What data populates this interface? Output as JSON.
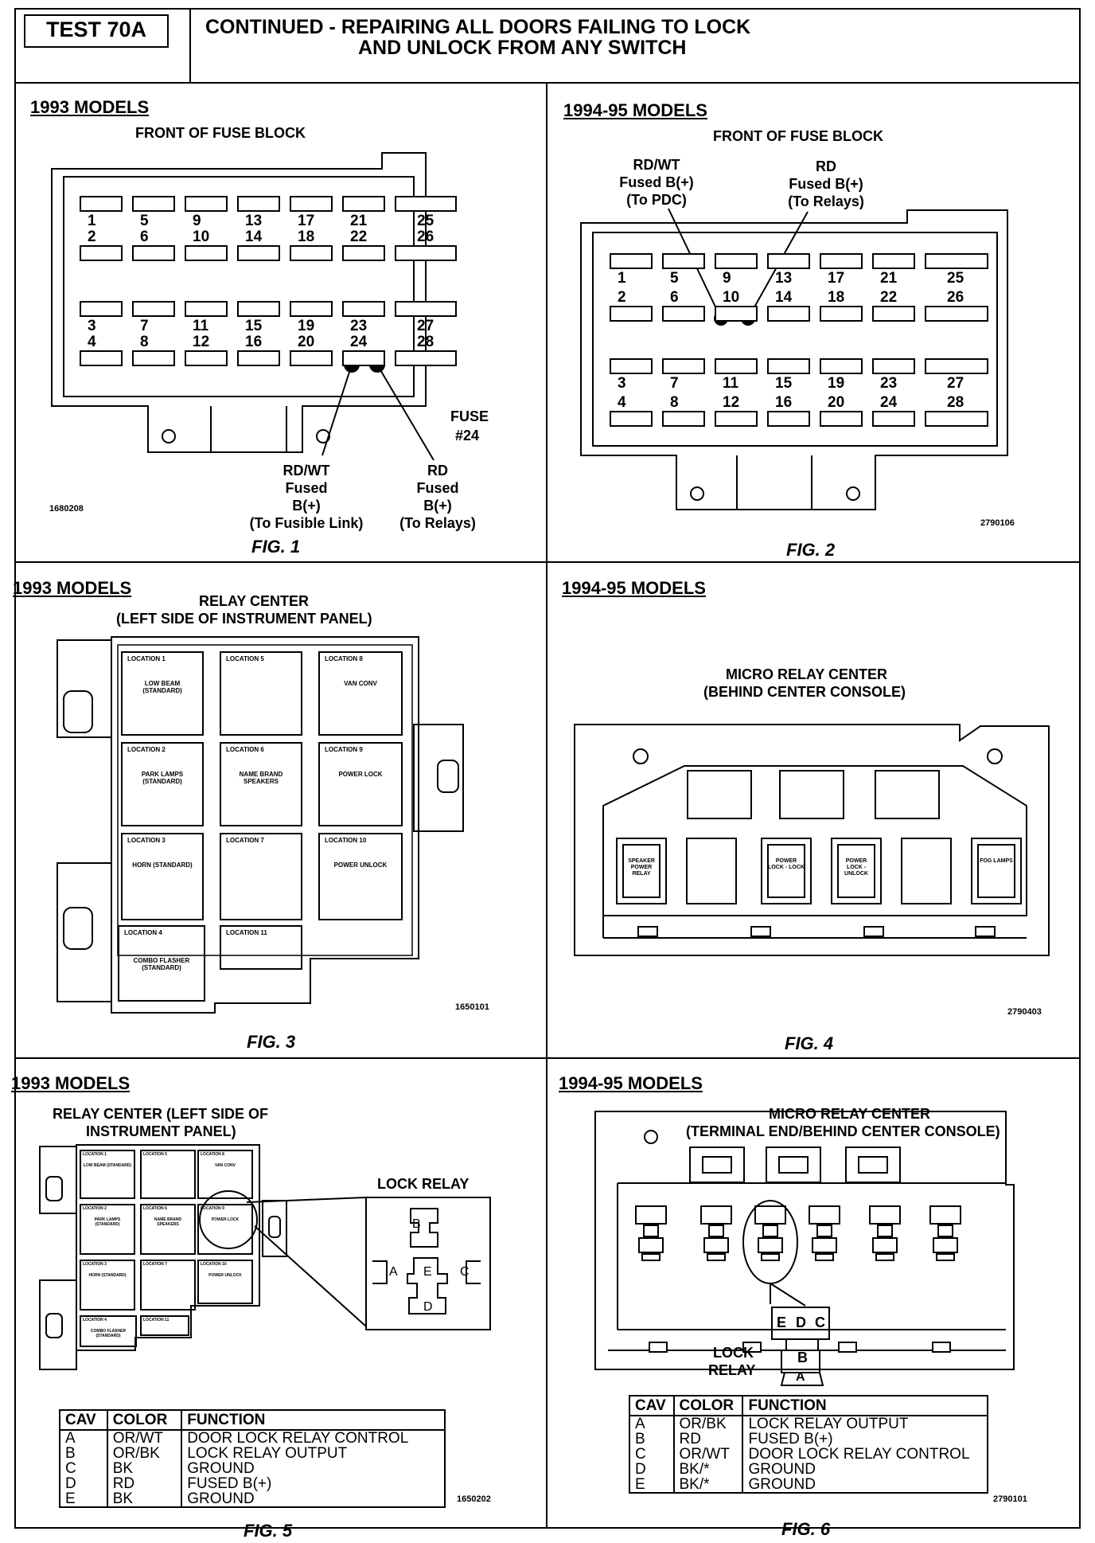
{
  "header": {
    "test_label": "TEST 70A",
    "title_line1": "CONTINUED -  REPAIRING ALL DOORS FAILING TO LOCK",
    "title_line2": "AND  UNLOCK FROM ANY SWITCH"
  },
  "fig1": {
    "model": "1993 MODELS",
    "subtitle": "FRONT OF FUSE BLOCK",
    "fuse_rows": [
      [
        "1",
        "5",
        "9",
        "13",
        "17",
        "21",
        "25"
      ],
      [
        "2",
        "6",
        "10",
        "14",
        "18",
        "22",
        "26"
      ],
      [
        "3",
        "7",
        "11",
        "15",
        "19",
        "23",
        "27"
      ],
      [
        "4",
        "8",
        "12",
        "16",
        "20",
        "24",
        "28"
      ]
    ],
    "fuse_callout_1": "FUSE",
    "fuse_callout_2": "#24",
    "left_wire": [
      "RD/WT",
      "Fused",
      "B(+)",
      "(To Fusible Link)"
    ],
    "right_wire": [
      "RD",
      "Fused",
      "B(+)",
      "(To Relays)"
    ],
    "part_number": "1680208",
    "caption": "FIG. 1"
  },
  "fig2": {
    "model": "1994-95 MODELS",
    "subtitle": "FRONT OF FUSE BLOCK",
    "left_wire": [
      "RD/WT",
      "Fused B(+)",
      "(To PDC)"
    ],
    "right_wire": [
      "RD",
      "Fused B(+)",
      "(To Relays)"
    ],
    "part_number": "2790106",
    "caption": "FIG. 2"
  },
  "fig3": {
    "model": "1993 MODELS",
    "subtitle_1": "RELAY CENTER",
    "subtitle_2": "(LEFT SIDE OF INSTRUMENT PANEL)",
    "cells": [
      {
        "loc": "LOCATION  1",
        "label": "LOW BEAM (STANDARD)"
      },
      {
        "loc": "LOCATION  5",
        "label": ""
      },
      {
        "loc": "LOCATION  8",
        "label": "VAN CONV"
      },
      {
        "loc": "LOCATION  2",
        "label": "PARK LAMPS (STANDARD)"
      },
      {
        "loc": "LOCATION  6",
        "label": "NAME BRAND SPEAKERS"
      },
      {
        "loc": "LOCATION  9",
        "label": "POWER LOCK"
      },
      {
        "loc": "LOCATION  3",
        "label": "HORN (STANDARD)"
      },
      {
        "loc": "LOCATION  7",
        "label": ""
      },
      {
        "loc": "LOCATION  10",
        "label": "POWER UNLOCK"
      },
      {
        "loc": "LOCATION  4",
        "label": "COMBO FLASHER (STANDARD)"
      },
      {
        "loc": "LOCATION  11",
        "label": ""
      }
    ],
    "part_number": "1650101",
    "caption": "FIG. 3"
  },
  "fig4": {
    "model": "1994-95 MODELS",
    "subtitle_1": "MICRO RELAY CENTER",
    "subtitle_2": "(BEHIND CENTER CONSOLE)",
    "relays": [
      "SPEAKER POWER RELAY",
      "",
      "POWER LOCK - LOCK",
      "POWER LOCK - UNLOCK",
      "",
      "FOG LAMPS"
    ],
    "part_number": "2790403",
    "caption": "FIG. 4"
  },
  "fig5": {
    "model": "1993 MODELS",
    "subtitle_1": "RELAY CENTER (LEFT SIDE OF",
    "subtitle_2": "INSTRUMENT PANEL)",
    "lock_relay_title": "LOCK RELAY",
    "pins": [
      "A",
      "B",
      "C",
      "D",
      "E"
    ],
    "table_headers": [
      "CAV",
      "COLOR",
      "FUNCTION"
    ],
    "table_rows": [
      [
        "A",
        "OR/WT",
        "DOOR LOCK RELAY CONTROL"
      ],
      [
        "B",
        "OR/BK",
        "LOCK RELAY OUTPUT"
      ],
      [
        "C",
        "BK",
        "GROUND"
      ],
      [
        "D",
        "RD",
        "FUSED B(+)"
      ],
      [
        "E",
        "BK",
        "GROUND"
      ]
    ],
    "part_number": "1650202",
    "caption": "FIG. 5"
  },
  "fig6": {
    "model": "1994-95 MODELS",
    "subtitle_1": "MICRO RELAY CENTER",
    "subtitle_2": "(TERMINAL END/BEHIND CENTER CONSOLE)",
    "lock_relay_1": "LOCK",
    "lock_relay_2": "RELAY",
    "pins_top": [
      "E",
      "D",
      "C"
    ],
    "pin_b": "B",
    "pin_a": "A",
    "table_headers": [
      "CAV",
      "COLOR",
      "FUNCTION"
    ],
    "table_rows": [
      [
        "A",
        "OR/BK",
        "LOCK RELAY OUTPUT"
      ],
      [
        "B",
        "RD",
        "FUSED B(+)"
      ],
      [
        "C",
        "OR/WT",
        "DOOR LOCK RELAY CONTROL"
      ],
      [
        "D",
        "BK/*",
        "GROUND"
      ],
      [
        "E",
        "BK/*",
        "GROUND"
      ]
    ],
    "part_number": "2790101",
    "caption": "FIG. 6"
  }
}
